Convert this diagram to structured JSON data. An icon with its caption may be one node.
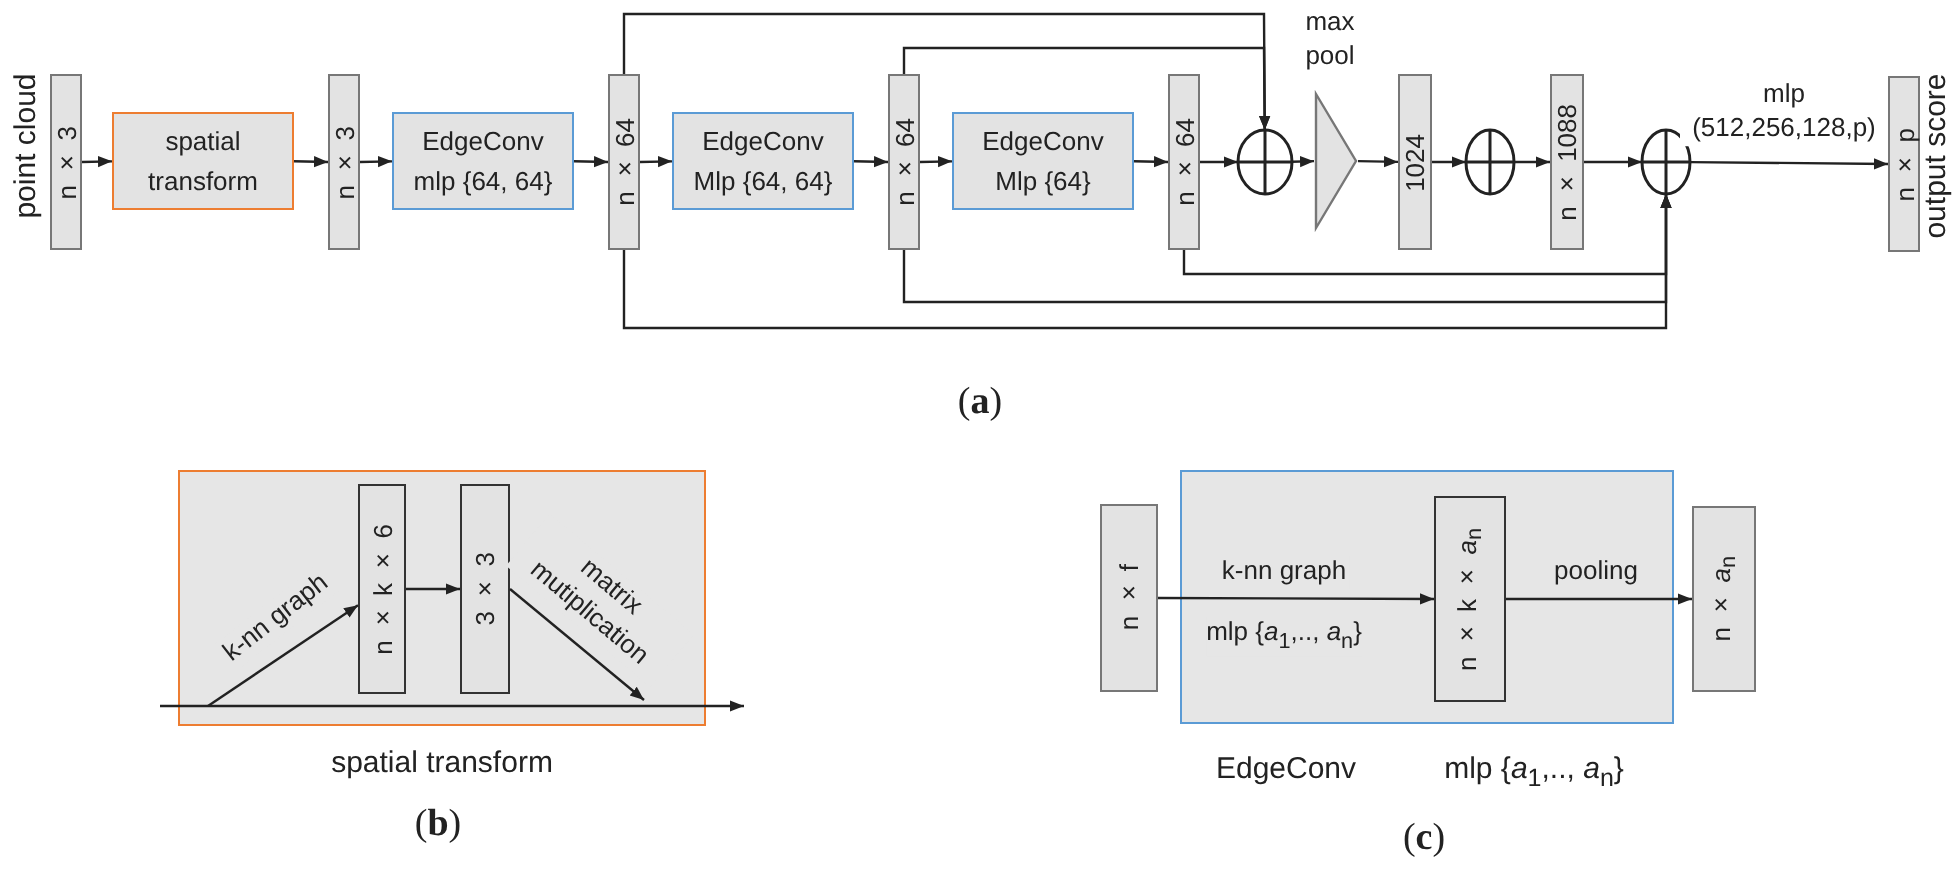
{
  "diagram": {
    "nodes": [
      {
        "text": [
          "n × 3"
        ],
        "beside": [
          "point cloud"
        ]
      },
      {
        "text": [
          "spatial transform"
        ]
      },
      {
        "text": [
          "n × 3"
        ]
      },
      {
        "text": [
          "EdgeConv",
          "mlp {64, 64}"
        ]
      },
      {
        "text": [
          "n × 64"
        ]
      },
      {
        "text": [
          "EdgeConv",
          "Mlp {64, 64}"
        ]
      },
      {
        "text": [
          "n × 64"
        ]
      },
      {
        "text": [
          "EdgeConv",
          "Mlp {64}"
        ]
      },
      {
        "text": [
          "n × 64"
        ]
      },
      {
        "text": [],
        "shape": "circle"
      },
      {
        "text": [],
        "shape": "triangle",
        "beside": [
          "max pool"
        ]
      },
      {
        "text": [
          "1024"
        ]
      },
      {
        "text": [],
        "shape": "circle"
      },
      {
        "text": [
          "n × 1088"
        ]
      },
      {
        "text": [],
        "shape": "circle"
      },
      {
        "text": [
          "n × p"
        ],
        "beside": [
          "output score"
        ]
      },
      {
        "text": [
          "spatial transform"
        ]
      },
      {
        "text": [
          "n × k × 6"
        ],
        "in": 16
      },
      {
        "text": [
          "3 × 3"
        ],
        "in": 16
      },
      {
        "text": [
          "n × f"
        ]
      },
      {
        "text": [
          "EdgeConv",
          "mlp {*a*$_{1}$,.., *a*$_{n}$}"
        ]
      },
      {
        "text": [
          "n × k × *a*$_{n}$"
        ],
        "in": 20
      },
      {
        "text": [
          "n × *a*$_{n}$"
        ]
      }
    ],
    "edges": [
      {
        "from": 0,
        "to": 1,
        "arrow": "to"
      },
      {
        "from": 1,
        "to": 2,
        "arrow": "to"
      },
      {
        "from": 2,
        "to": 3,
        "arrow": "to"
      },
      {
        "from": 3,
        "to": 4,
        "arrow": "to"
      },
      {
        "from": 4,
        "to": 5,
        "arrow": "to"
      },
      {
        "from": 5,
        "to": 6,
        "arrow": "to"
      },
      {
        "from": 6,
        "to": 7,
        "arrow": "to"
      },
      {
        "from": 7,
        "to": 8,
        "arrow": "to"
      },
      {
        "from": 8,
        "to": 9,
        "arrow": "to"
      },
      {
        "from": 4,
        "to": 9,
        "arrow": "to"
      },
      {
        "from": 6,
        "to": 9,
        "arrow": "to"
      },
      {
        "from": 9,
        "to": 10,
        "arrow": "to"
      },
      {
        "from": 10,
        "to": 11,
        "arrow": "to"
      },
      {
        "from": 11,
        "to": 12,
        "arrow": "to"
      },
      {
        "from": 12,
        "to": 13,
        "arrow": "to"
      },
      {
        "from": 13,
        "to": 14,
        "arrow": "to"
      },
      {
        "from": 14,
        "to": 15,
        "arrow": "to",
        "label": "mlp (512,256,128,p)"
      },
      {
        "from": 8,
        "to": 14,
        "arrow": "to"
      },
      {
        "from": 6,
        "to": 14,
        "arrow": "to"
      },
      {
        "from": 4,
        "to": 14,
        "arrow": "to"
      },
      {
        "from": null,
        "to": 17,
        "arrow": "to",
        "label": "k-nn graph"
      },
      {
        "from": 17,
        "to": 18,
        "arrow": "to"
      },
      {
        "from": 18,
        "to": null,
        "arrow": "to",
        "label": "matrix mutiplication"
      },
      {
        "from": 19,
        "to": 21,
        "arrow": "to",
        "label": "k-nn graph"
      },
      {
        "from": 21,
        "to": 22,
        "arrow": "to",
        "label": "pooling"
      }
    ],
    "labels": [
      "(**a**)",
      "mlp {*a*$_{1}$,.., *a*$_{n}$}",
      "(**b**)",
      "(**c**)"
    ]
  }
}
